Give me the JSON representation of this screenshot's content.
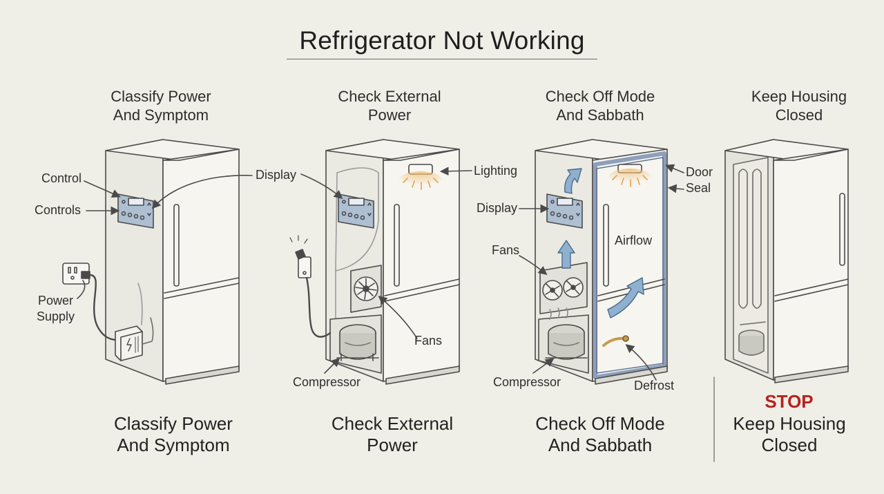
{
  "title": "Refrigerator Not Working",
  "steps": [
    {
      "heading": "Classify Power\nAnd Symptom",
      "caption": "Classify Power\nAnd Symptom",
      "callouts": {
        "control": "Control",
        "controls": "Controls",
        "display": "Display",
        "power_supply": "Power\nSupply"
      }
    },
    {
      "heading": "Check External\nPower",
      "caption": "Check External\nPower",
      "callouts": {
        "lighting": "Lighting",
        "fans": "Fans",
        "compressor": "Compressor"
      }
    },
    {
      "heading": "Check Off Mode\nAnd Sabbath",
      "caption": "Check Off Mode\nAnd Sabbath",
      "callouts": {
        "display": "Display",
        "fans": "Fans",
        "airflow": "Airflow",
        "door_seal": "Door\nSeal",
        "compressor": "Compressor",
        "defrost": "Defrost"
      }
    },
    {
      "heading": "Keep Housing\nClosed",
      "caption": "Keep Housing\nClosed",
      "stop": "STOP"
    }
  ],
  "colors": {
    "background": "#efeee7",
    "line": "#4a4a4a",
    "panel_blue": "#aebfd2",
    "arrow_blue": "#8fb0cf",
    "door_seal_blue": "#8e9fbb",
    "light_glow": "#f0b766",
    "stop_red": "#b8211c"
  }
}
